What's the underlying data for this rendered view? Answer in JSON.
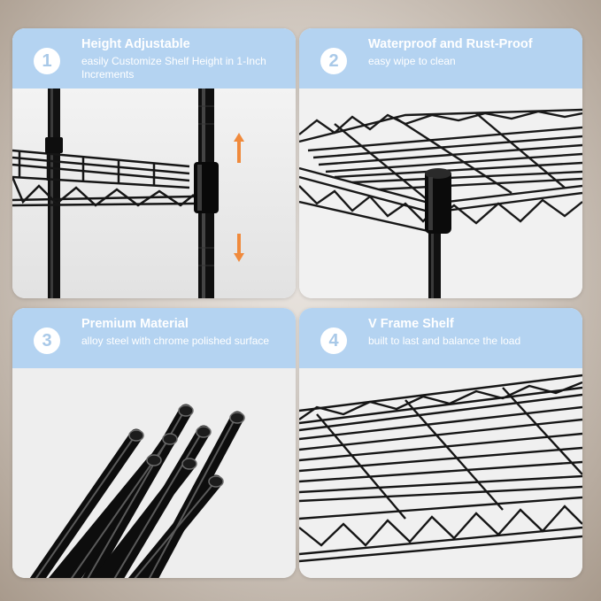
{
  "panels": [
    {
      "number": "1",
      "title": "Height Adjustable",
      "subtitle": "easily Customize Shelf Height in 1-Inch Increments",
      "image_icon": "adjustable-shelf-pole-icon",
      "arrow_color": "#f08a3c"
    },
    {
      "number": "2",
      "title": "Waterproof and Rust-Proof",
      "subtitle": "easy wipe to clean",
      "image_icon": "wire-shelf-corner-icon"
    },
    {
      "number": "3",
      "title": "Premium Material",
      "subtitle": "alloy steel with chrome polished surface",
      "image_icon": "steel-tubes-icon"
    },
    {
      "number": "4",
      "title": "V Frame Shelf",
      "subtitle": "built to last and balance the load",
      "image_icon": "v-frame-wire-shelf-icon"
    }
  ],
  "colors": {
    "banner": "#b4d3f1",
    "accent": "#f08a3c",
    "metal": "#1a1a1a"
  }
}
